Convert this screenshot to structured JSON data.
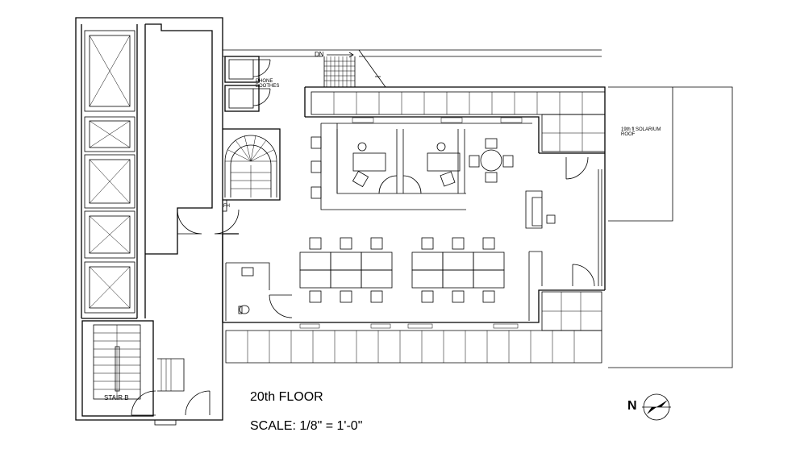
{
  "labels": {
    "dn": "DN",
    "phone_line1": "PHONE",
    "phone_line2": "BOOTHES",
    "fh": "FH",
    "solarium_line1": "19th fl SOLARIUM",
    "solarium_line2": "ROOF",
    "stair_b": "STAIR B",
    "north": "N"
  },
  "title": "20th FLOOR",
  "scale": "SCALE: 1/8\" = 1'-0\""
}
